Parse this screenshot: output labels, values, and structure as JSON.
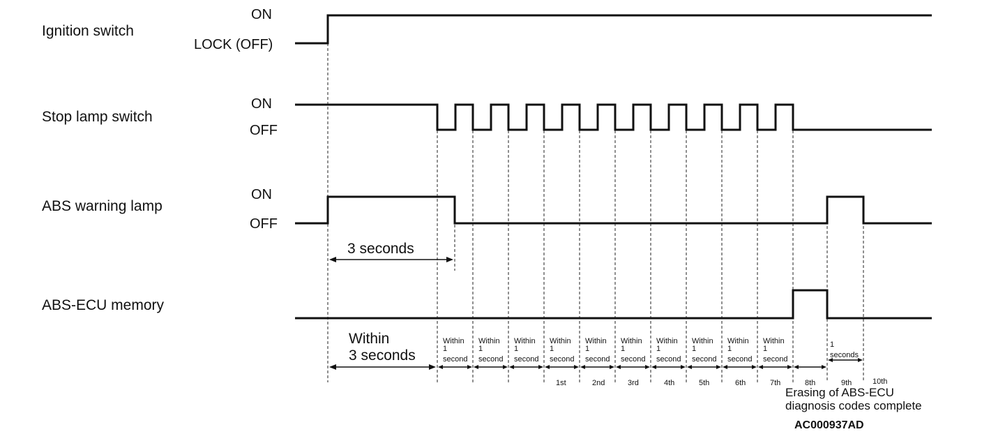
{
  "signals": [
    {
      "label": "Ignition switch",
      "on": "ON",
      "off": "LOCK (OFF)"
    },
    {
      "label": "Stop lamp switch",
      "on": "ON",
      "off": "OFF"
    },
    {
      "label": "ABS warning lamp",
      "on": "ON",
      "off": "OFF"
    },
    {
      "label": "ABS-ECU memory"
    }
  ],
  "warning_duration": "3 seconds",
  "first_interval": {
    "line1": "Within",
    "line2": "3 seconds"
  },
  "interval_line1": "Within",
  "interval_line2": "1",
  "interval_line3": "second",
  "ninth_interval": {
    "line1": "1",
    "line2": "seconds"
  },
  "counts": [
    "1st",
    "2nd",
    "3rd",
    "4th",
    "5th",
    "6th",
    "7th",
    "8th",
    "9th",
    "10th"
  ],
  "footnote_line1": "Erasing of ABS-ECU",
  "footnote_line2": "diagnosis codes complete",
  "figure_code": "AC000937AD"
}
